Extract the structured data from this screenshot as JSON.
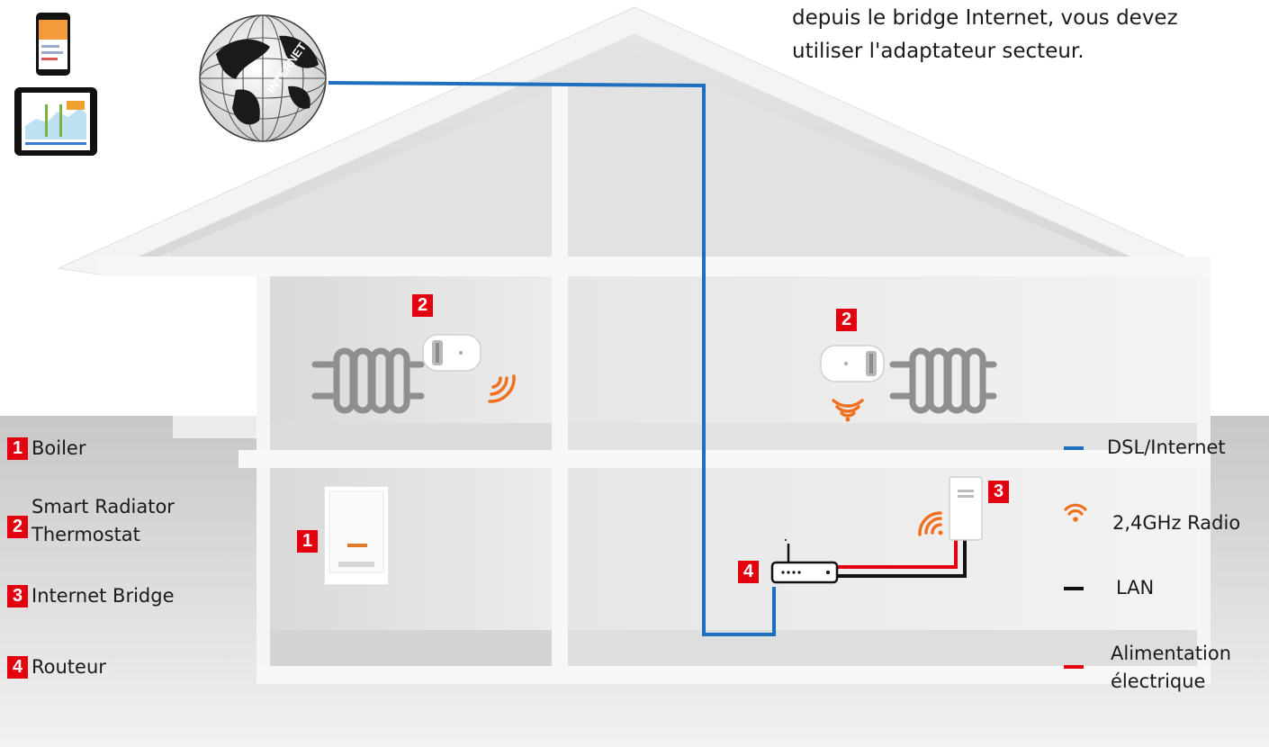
{
  "note": {
    "line1": "depuis le bridge Internet, vous devez",
    "line2": "utiliser l'adaptateur secteur."
  },
  "globe": {
    "label": "INTERNET"
  },
  "legend_devices": [
    {
      "number": "1",
      "label": "Boiler"
    },
    {
      "number": "2",
      "label_line1": "Smart Radiator",
      "label_line2": "Thermostat"
    },
    {
      "number": "3",
      "label": "Internet Bridge"
    },
    {
      "number": "4",
      "label": "Routeur"
    }
  ],
  "legend_connections": [
    {
      "label": "DSL/Internet",
      "color": "#1f6fbf"
    },
    {
      "label": "2,4GHz Radio",
      "color": "#f07020"
    },
    {
      "label": "LAN",
      "color": "#111111"
    },
    {
      "label_line1": "Alimentation",
      "label_line2": "électrique",
      "color": "#e3000f"
    }
  ],
  "badges": {
    "thermostat_left": "2",
    "thermostat_right": "2",
    "boiler": "1",
    "bridge": "3",
    "router": "4"
  },
  "colors": {
    "badge": "#e3000f",
    "internet_line": "#1f6fbf",
    "radio": "#f07020",
    "lan_line": "#111111",
    "power_line": "#e3000f",
    "radiator": "#8f8f8f"
  },
  "icons": [
    "globe-icon",
    "smartphone-icon",
    "tablet-icon",
    "radiator-icon",
    "thermostat-icon",
    "wifi-signal-icon",
    "boiler-icon",
    "router-icon",
    "bridge-icon"
  ]
}
